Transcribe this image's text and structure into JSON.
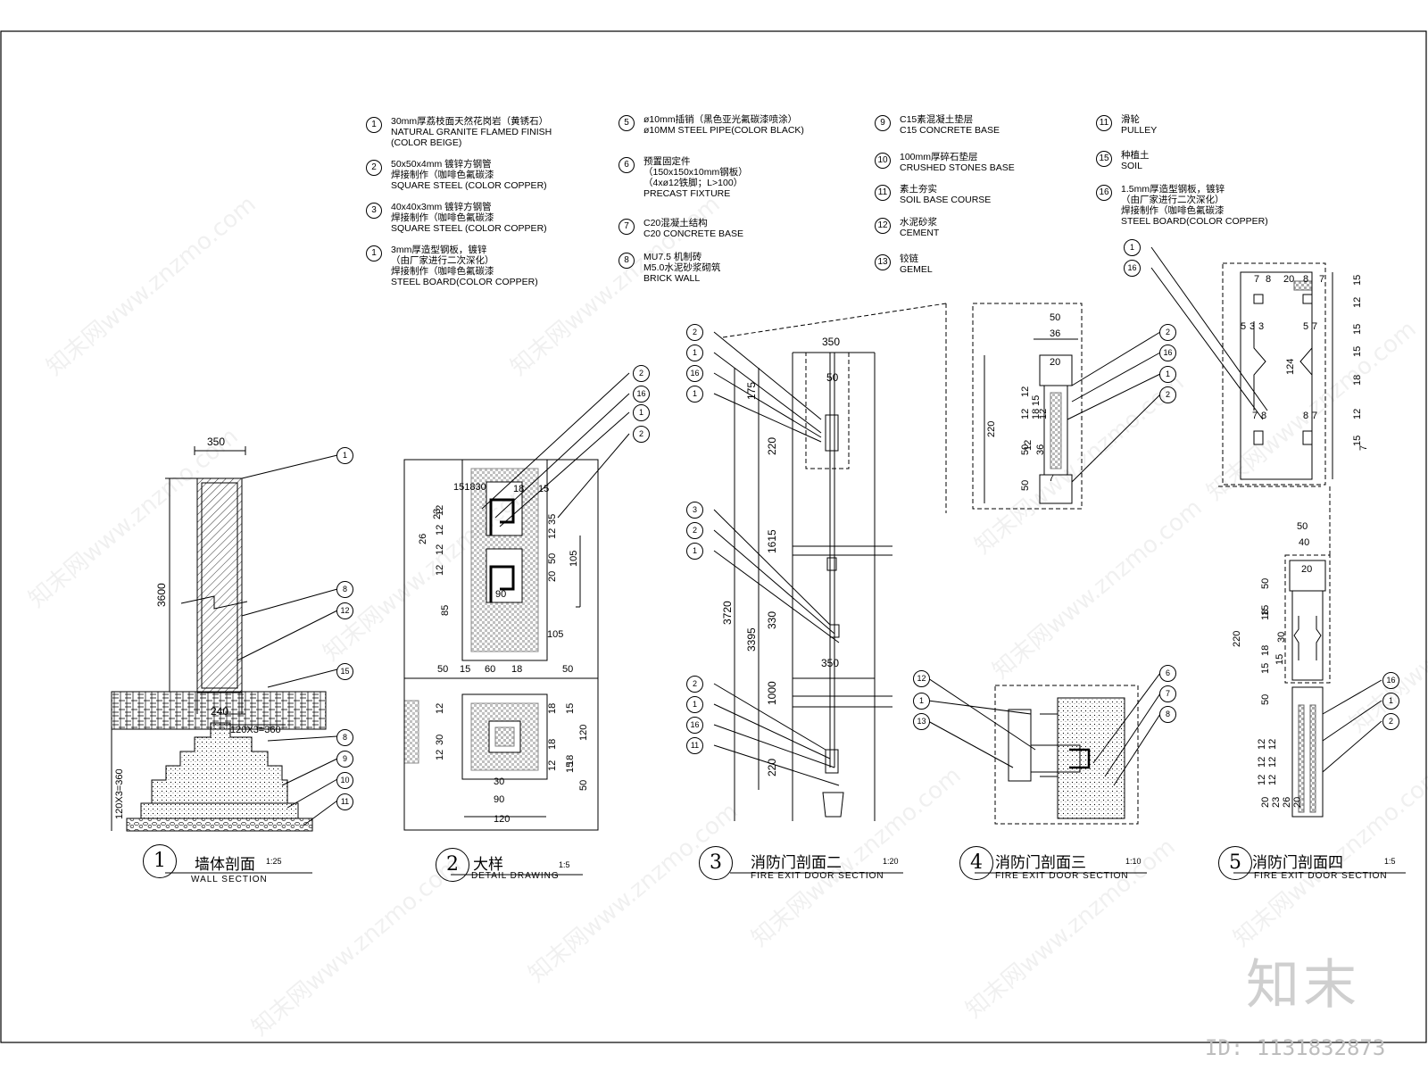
{
  "legend": [
    {
      "num": "1",
      "lines": [
        "30mm厚荔枝面天然花岗岩（黄锈石）",
        "NATURAL GRANITE FLAMED FINISH",
        "(COLOR BEIGE)"
      ]
    },
    {
      "num": "2",
      "lines": [
        "50x50x4mm    镀锌方钢管",
        "焊接制作（咖啡色氟碳漆",
        "SQUARE STEEL  (COLOR COPPER)"
      ]
    },
    {
      "num": "3",
      "lines": [
        "40x40x3mm 镀锌方钢管",
        "焊接制作（咖啡色氟碳漆",
        "SQUARE STEEL  (COLOR COPPER)"
      ]
    },
    {
      "num": "1",
      "lines": [
        "3mm厚造型钢板，镀锌",
        "（由厂家进行二次深化）",
        "焊接制作（咖啡色氟碳漆",
        "STEEL BOARD(COLOR COPPER)"
      ]
    },
    {
      "num": "5",
      "lines": [
        "ø10mm插销（黑色亚光氟碳漆喷涂）",
        "ø10MM STEEL PIPE(COLOR BLACK)"
      ]
    },
    {
      "num": "6",
      "lines": [
        "预置固定件",
        "（150x150x10mm钢板）",
        "（4xø12铁脚；L>100）",
        "PRECAST FIXTURE"
      ]
    },
    {
      "num": "7",
      "lines": [
        "C20混凝土结构",
        "C20 CONCRETE BASE"
      ]
    },
    {
      "num": "8",
      "lines": [
        "MU7.5 机制砖",
        "M5.0水泥砂浆砌筑",
        "BRICK WALL"
      ]
    },
    {
      "num": "9",
      "lines": [
        "C15素混凝土垫层",
        "C15 CONCRETE BASE"
      ]
    },
    {
      "num": "10",
      "lines": [
        "100mm厚碎石垫层",
        "CRUSHED STONES BASE"
      ]
    },
    {
      "num": "11",
      "lines": [
        "素土夯实",
        "SOIL BASE COURSE"
      ]
    },
    {
      "num": "12",
      "lines": [
        "水泥砂浆",
        "CEMENT"
      ]
    },
    {
      "num": "13",
      "lines": [
        "铰链",
        "GEMEL"
      ]
    },
    {
      "num": "11",
      "lines": [
        "滑轮",
        "PULLEY"
      ]
    },
    {
      "num": "15",
      "lines": [
        "种植土",
        "SOIL"
      ]
    },
    {
      "num": "16",
      "lines": [
        "1.5mm厚造型钢板，镀锌",
        "（由厂家进行二次深化）",
        "焊接制作（咖啡色氟碳漆",
        "STEEL BOARD(COLOR COPPER)"
      ]
    }
  ],
  "titles": [
    {
      "num": "1",
      "zh": "墙体剖面",
      "scale": "1:25",
      "en": "WALL SECTION"
    },
    {
      "num": "2",
      "zh": "大样",
      "scale": "1:5",
      "en": "DETAIL DRAWING"
    },
    {
      "num": "3",
      "zh": "消防门剖面二",
      "scale": "1:20",
      "en": "FIRE EXIT DOOR SECTION"
    },
    {
      "num": "4",
      "zh": "消防门剖面三",
      "scale": "1:10",
      "en": "FIRE EXIT DOOR SECTION"
    },
    {
      "num": "5",
      "zh": "消防门剖面四",
      "scale": "1:5",
      "en": "FIRE EXIT DOOR SECTION"
    }
  ],
  "drawing1": {
    "dims": {
      "top": "350",
      "height": "3600",
      "base1": "240",
      "base2": "120X3=360",
      "side": "120X3=360"
    },
    "tags": [
      "1",
      "8",
      "12",
      "15",
      "8",
      "9",
      "10",
      "11"
    ]
  },
  "drawing2": {
    "dims": [
      "151830",
      "18",
      "15",
      "26",
      "23",
      "12",
      "12",
      "12",
      "12",
      "12",
      "35",
      "50",
      "20",
      "105",
      "85",
      "105",
      "90",
      "50",
      "15",
      "60",
      "18",
      "50",
      "12",
      "18",
      "15",
      "30",
      "12",
      "18",
      "12",
      "15",
      "18",
      "120",
      "50",
      "30",
      "90",
      "120"
    ],
    "tags": [
      "2",
      "16",
      "1",
      "2"
    ]
  },
  "drawing3": {
    "dims": [
      "350",
      "50",
      "175",
      "220",
      "1615",
      "3720",
      "3395",
      "330",
      "350",
      "1000",
      "220"
    ],
    "tags": [
      "2",
      "1",
      "16",
      "1",
      "3",
      "2",
      "1",
      "2",
      "1",
      "16",
      "11"
    ]
  },
  "detail_a": {
    "dims": [
      "50",
      "36",
      "20",
      "220",
      "50",
      "12",
      "12",
      "18",
      "15",
      "12",
      "36",
      "12",
      "50",
      "7"
    ],
    "tags": [
      "2",
      "16",
      "1",
      "2"
    ]
  },
  "detail_b": {
    "dims": [
      "7",
      "8",
      "20",
      "8",
      "7",
      "15",
      "12",
      "15",
      "15",
      "18",
      "12",
      "15",
      "7",
      "5",
      "3",
      "3",
      "5",
      "7",
      "124",
      "7",
      "8",
      "8",
      "7"
    ],
    "tags": [
      "1",
      "16"
    ]
  },
  "drawing4": {
    "tags": [
      "12",
      "1",
      "13",
      "6",
      "7",
      "8"
    ]
  },
  "drawing5": {
    "dims": [
      "50",
      "40",
      "20",
      "220",
      "50",
      "18",
      "15",
      "18",
      "15",
      "30",
      "50",
      "15",
      "12",
      "12",
      "12",
      "12",
      "12",
      "12",
      "20",
      "23",
      "26",
      "20"
    ],
    "tags": [
      "16",
      "1",
      "2"
    ]
  },
  "brand": {
    "logo": "知末",
    "id": "ID: 1131832873"
  },
  "watermark": "知末网www.znzmo.com"
}
